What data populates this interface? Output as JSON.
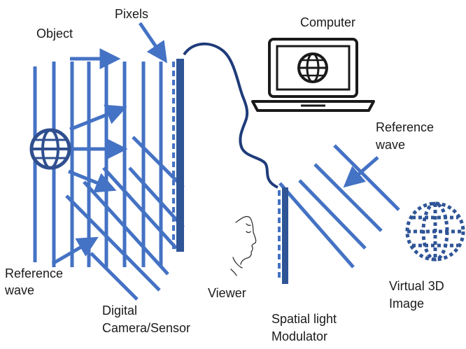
{
  "labels": {
    "object": "Object",
    "pixels": "Pixels",
    "computer": "Computer",
    "reference_wave_right_1": "Reference",
    "reference_wave_right_2": "wave",
    "reference_wave_left_1": "Reference",
    "reference_wave_left_2": "wave",
    "digital_camera_1": "Digital",
    "digital_camera_2": "Camera/Sensor",
    "viewer": "Viewer",
    "slm_1": "Spatial light",
    "slm_2": "Modulator",
    "virtual_1": "Virtual 3D",
    "virtual_2": "Image"
  },
  "colors": {
    "wave": "#4472c4",
    "dark": "#2f4f8f",
    "cable": "#1f3c7a",
    "text": "#1a1a1a"
  },
  "icons": [
    "globe-icon",
    "laptop-icon",
    "face-profile-icon",
    "dotted-globe-icon"
  ]
}
